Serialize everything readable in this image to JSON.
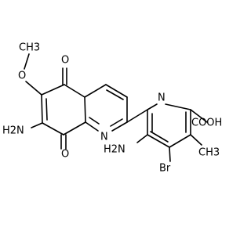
{
  "diagram": {
    "type": "chemical-structure",
    "atom_labels": {
      "methoxy_o": "O",
      "methoxy_me": "CH3",
      "keto_o_top": "O",
      "amino_left": "H2N",
      "keto_o_bottom": "O",
      "quinoline_n": "N",
      "pyridine_n": "N",
      "amino_right": "H2N",
      "bromo": "Br",
      "methyl": "CH3",
      "acid": "COOH"
    }
  }
}
